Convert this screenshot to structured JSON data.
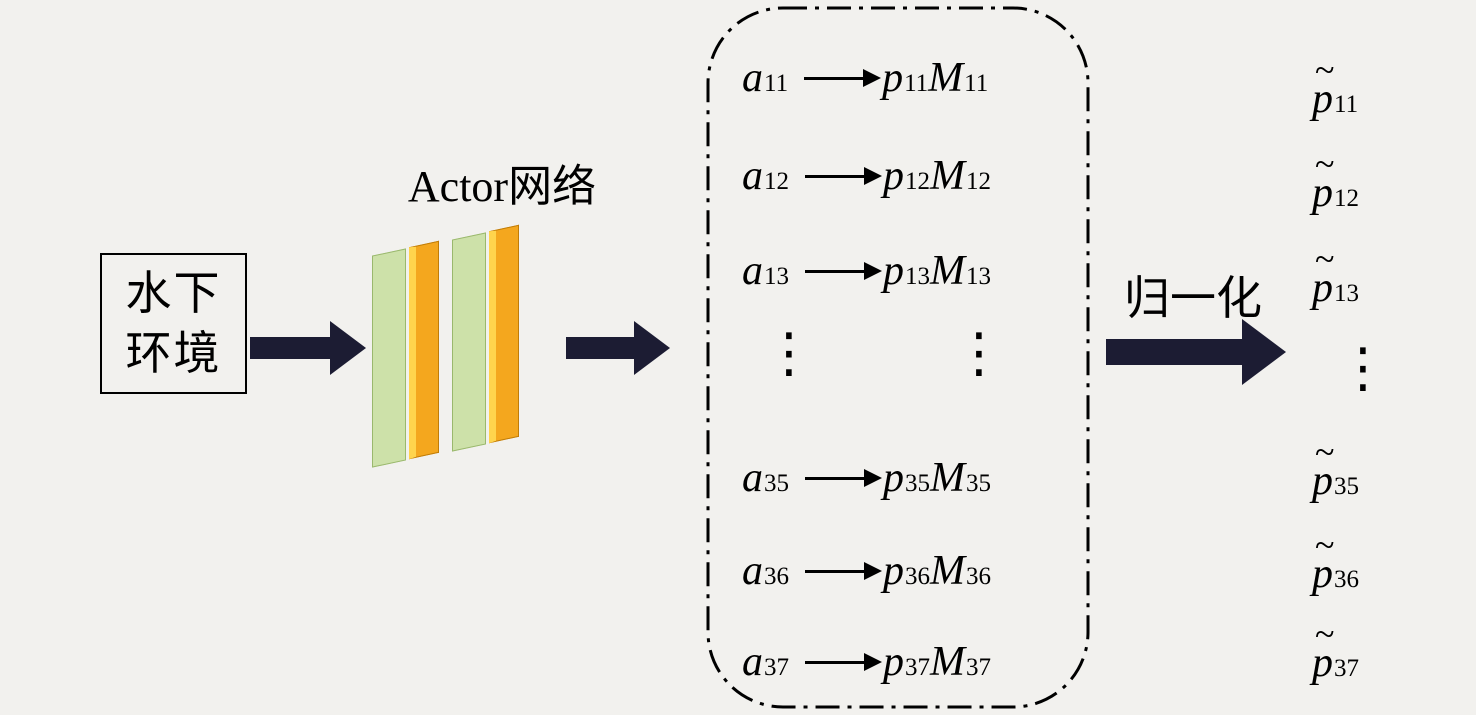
{
  "colors": {
    "background": "#f2f1ee",
    "flow_arrow": "#1c1c33",
    "layer_green": "#cde1a9",
    "layer_orange": "#f4a71e",
    "layer_edge_yellow": "#ffd44d",
    "stroke": "#000000"
  },
  "icons": {
    "flow_arrow": "thick-right-arrow",
    "map_arrow": "thin-right-arrow"
  },
  "input_box": {
    "line1": "水下",
    "line2": "环境"
  },
  "actor_network_label": "Actor网络",
  "normalize_label": "归一化",
  "ellipsis": "⋮",
  "mapping_rows": [
    {
      "a": "a",
      "a_sub": "11",
      "p": "p",
      "p_sub": "11",
      "m": "M",
      "m_sub": "11"
    },
    {
      "a": "a",
      "a_sub": "12",
      "p": "p",
      "p_sub": "12",
      "m": "M",
      "m_sub": "12"
    },
    {
      "a": "a",
      "a_sub": "13",
      "p": "p",
      "p_sub": "13",
      "m": "M",
      "m_sub": "13"
    },
    {
      "a": "a",
      "a_sub": "35",
      "p": "p",
      "p_sub": "35",
      "m": "M",
      "m_sub": "35"
    },
    {
      "a": "a",
      "a_sub": "36",
      "p": "p",
      "p_sub": "36",
      "m": "M",
      "m_sub": "36"
    },
    {
      "a": "a",
      "a_sub": "37",
      "p": "p",
      "p_sub": "37",
      "m": "M",
      "m_sub": "37"
    }
  ],
  "outputs": [
    {
      "tilde": "~",
      "p": "p",
      "sub": "11"
    },
    {
      "tilde": "~",
      "p": "p",
      "sub": "12"
    },
    {
      "tilde": "~",
      "p": "p",
      "sub": "13"
    },
    {
      "tilde": "~",
      "p": "p",
      "sub": "35"
    },
    {
      "tilde": "~",
      "p": "p",
      "sub": "36"
    },
    {
      "tilde": "~",
      "p": "p",
      "sub": "37"
    }
  ]
}
